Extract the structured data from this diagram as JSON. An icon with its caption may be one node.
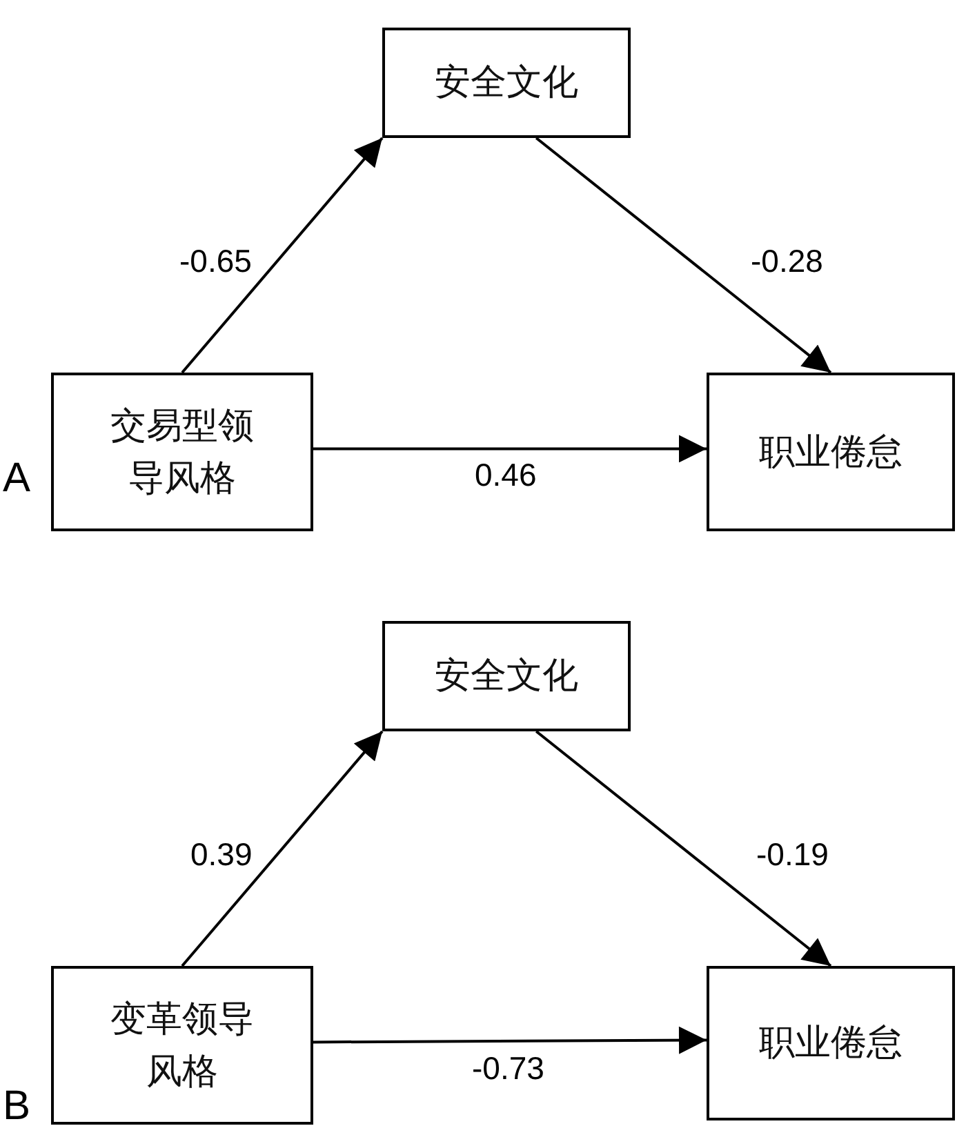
{
  "diagram": {
    "nodes": [
      {
        "text": [
          "安全文化"
        ]
      },
      {
        "text": [
          "交易型领导风格"
        ]
      },
      {
        "text": [
          "职业倦怠"
        ]
      },
      {
        "text": [
          "安全文化"
        ]
      },
      {
        "text": [
          "变革领导风格"
        ]
      },
      {
        "text": [
          "职业倦怠"
        ]
      }
    ],
    "edges": [
      {
        "from": 1,
        "to": 0,
        "arrow": "to",
        "label": "-0.65"
      },
      {
        "from": 0,
        "to": 2,
        "arrow": "to",
        "label": "-0.28"
      },
      {
        "from": 1,
        "to": 2,
        "arrow": "to",
        "label": "0.46"
      },
      {
        "from": 4,
        "to": 3,
        "arrow": "to",
        "label": "0.39"
      },
      {
        "from": 3,
        "to": 5,
        "arrow": "to",
        "label": "-0.19"
      },
      {
        "from": 4,
        "to": 5,
        "arrow": "to",
        "label": "-0.73"
      }
    ],
    "labels": [
      "A",
      "B"
    ]
  }
}
